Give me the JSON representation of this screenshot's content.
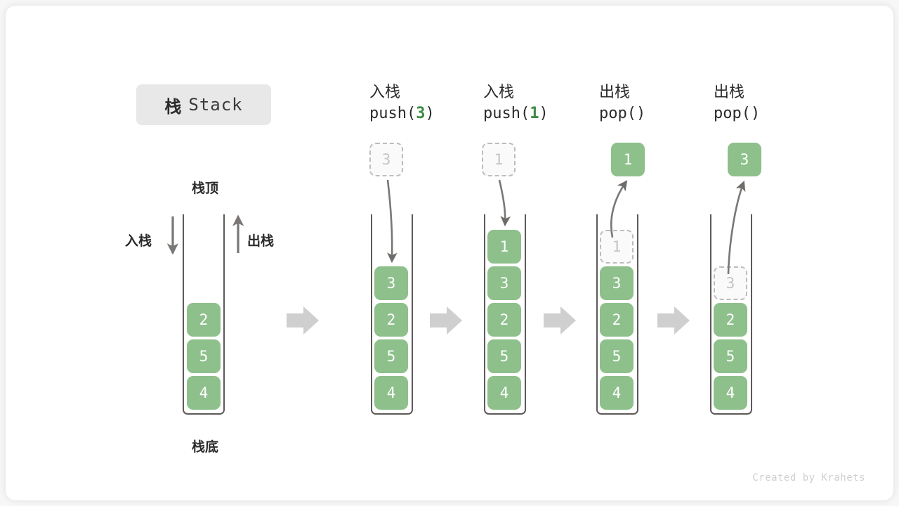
{
  "title": {
    "cn": "栈",
    "en": "Stack"
  },
  "labels": {
    "top": "栈顶",
    "bottom": "栈底",
    "push_side": "入栈",
    "pop_side": "出栈"
  },
  "credit": "Created by Krahets",
  "colors": {
    "cell_fill": "#8ec08b",
    "cell_text": "#ffffff",
    "ghost_border": "#bdbdbd",
    "ghost_text": "#c4c4c4",
    "arrow_gray": "#cfcfcf",
    "stroke": "#5d5a58",
    "accent_green": "#3c8c42",
    "badge_bg": "#e8e8e8"
  },
  "columns": [
    {
      "id": "initial",
      "op_cn": "",
      "op_code_prefix": "",
      "op_code_arg": "",
      "op_code_suffix": "",
      "floating": null,
      "cells": [
        "2",
        "5",
        "4"
      ],
      "ghost_top": null
    },
    {
      "id": "push-3",
      "op_cn": "入栈",
      "op_code_prefix": "push(",
      "op_code_arg": "3",
      "op_code_suffix": ")",
      "floating": {
        "value": "3",
        "style": "ghost"
      },
      "cells": [
        "3",
        "2",
        "5",
        "4"
      ],
      "ghost_top": null
    },
    {
      "id": "push-1",
      "op_cn": "入栈",
      "op_code_prefix": "push(",
      "op_code_arg": "1",
      "op_code_suffix": ")",
      "floating": {
        "value": "1",
        "style": "ghost"
      },
      "cells": [
        "1",
        "3",
        "2",
        "5",
        "4"
      ],
      "ghost_top": null
    },
    {
      "id": "pop-1",
      "op_cn": "出栈",
      "op_code_prefix": "pop(",
      "op_code_arg": "",
      "op_code_suffix": ")",
      "floating": {
        "value": "1",
        "style": "solid"
      },
      "cells": [
        "3",
        "2",
        "5",
        "4"
      ],
      "ghost_top": "1"
    },
    {
      "id": "pop-3",
      "op_cn": "出栈",
      "op_code_prefix": "pop(",
      "op_code_arg": "",
      "op_code_suffix": ")",
      "floating": {
        "value": "3",
        "style": "solid"
      },
      "cells": [
        "2",
        "5",
        "4"
      ],
      "ghost_top": "3"
    }
  ]
}
